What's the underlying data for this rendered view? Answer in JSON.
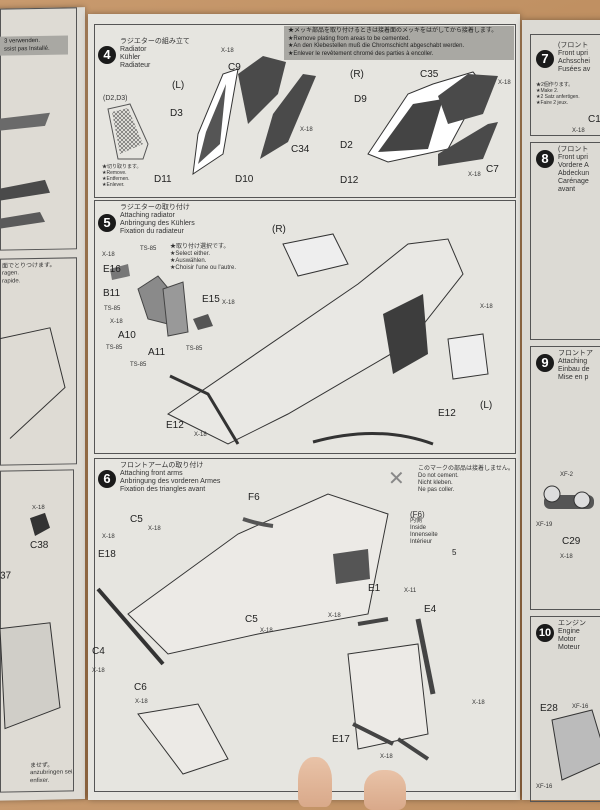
{
  "left_page": {
    "texts": [
      "3 verwenden.",
      "ssist pas Installé.",
      "面でとりつけます。",
      "ragen.",
      "rapide.",
      "C38",
      "X-18",
      "37",
      "ませず。",
      "anzubringen sei.",
      "enfixer."
    ]
  },
  "step4": {
    "number": "4",
    "title_ja": "ラジエターの組み立て",
    "title_en": "Radiator",
    "title_de": "Kühler",
    "title_fr": "Radiateur",
    "note": [
      "★メッキ部品を取り付けるときは接着面のメッキをはがしてから接着します。",
      "★Remove plating from areas to be cemented.",
      "★An den Klebestellen muß die Chromschicht abgeschabt werden.",
      "★Enlever le revêtement chromé des parties à encoller."
    ],
    "remove_note": [
      "★切り取ります。",
      "★Remove.",
      "★Entfernen.",
      "★Enlever."
    ],
    "labels": [
      "X-18",
      "C9",
      "(L)",
      "(D2,D3)",
      "D3",
      "X-18",
      "C34",
      "D10",
      "D11",
      "(R)",
      "C35",
      "D9",
      "D2",
      "D12",
      "C7",
      "X-18",
      "X-18"
    ]
  },
  "step5": {
    "number": "5",
    "title_ja": "ラジエターの取り付け",
    "title_en": "Attaching radiator",
    "title_de": "Anbringung des Kühlers",
    "title_fr": "Fixation du radiateur",
    "note": [
      "★取り付け選択です。",
      "★Select either.",
      "★Auswählen.",
      "★Choisir l'une ou l'autre."
    ],
    "labels": [
      "TS-85",
      "X-18",
      "E16",
      "B11",
      "TS-85",
      "X-18",
      "A10",
      "TS-85",
      "A11",
      "TS-85",
      "E15",
      "X-18",
      "TS-85",
      "(R)",
      "X-18",
      "(L)",
      "E12",
      "X-18",
      "E12"
    ]
  },
  "step6": {
    "number": "6",
    "title_ja": "フロントアームの取り付け",
    "title_en": "Attaching front arms",
    "title_de": "Anbringung des vorderen Armes",
    "title_fr": "Fixation des triangles avant",
    "note": [
      "このマークの部品は接着しません。",
      "Do not cement.",
      "Nicht kleben.",
      "Ne pas coller."
    ],
    "inside_note": [
      "(F6)",
      "内側",
      "Inside",
      "Innenseite",
      "Intérieur"
    ],
    "labels": [
      "F6",
      "C5",
      "X-18",
      "X-18",
      "E18",
      "C5",
      "X-18",
      "C4",
      "X-18",
      "C6",
      "X-18",
      "E1",
      "X-11",
      "X-18",
      "E4",
      "X-18",
      "E17",
      "X-18",
      "5"
    ]
  },
  "right_page": {
    "step7": {
      "number": "7",
      "lines": [
        "(フロント",
        "Front upri",
        "Achsschei",
        "Fusées av"
      ],
      "notes": [
        "★2個作ります。",
        "★Make 2.",
        "★2 Satz anfertigen.",
        "★Faire 2 jeux."
      ],
      "labels": [
        "C1",
        "X-18"
      ]
    },
    "step8": {
      "number": "8",
      "lines": [
        "(フロント",
        "Front upri",
        "Vordere A",
        "Abdeckun",
        "Carénage",
        "avant"
      ]
    },
    "step9": {
      "number": "9",
      "lines": [
        "フロントア",
        "Attaching",
        "Einbau de",
        "Mise en p"
      ],
      "labels": [
        "XF-2",
        "XF-19",
        "C29",
        "X-18"
      ]
    },
    "step10": {
      "number": "10",
      "lines": [
        "エンジン",
        "Engine",
        "Motor",
        "Moteur"
      ],
      "labels": [
        "E28",
        "XF-16",
        "XF-16"
      ]
    }
  },
  "colors": {
    "paper": "#e6e5e0",
    "ink": "#222222",
    "part_gray": "#4a4a4a",
    "note_bg": "#a9a8a3",
    "wood": "#b98858"
  }
}
